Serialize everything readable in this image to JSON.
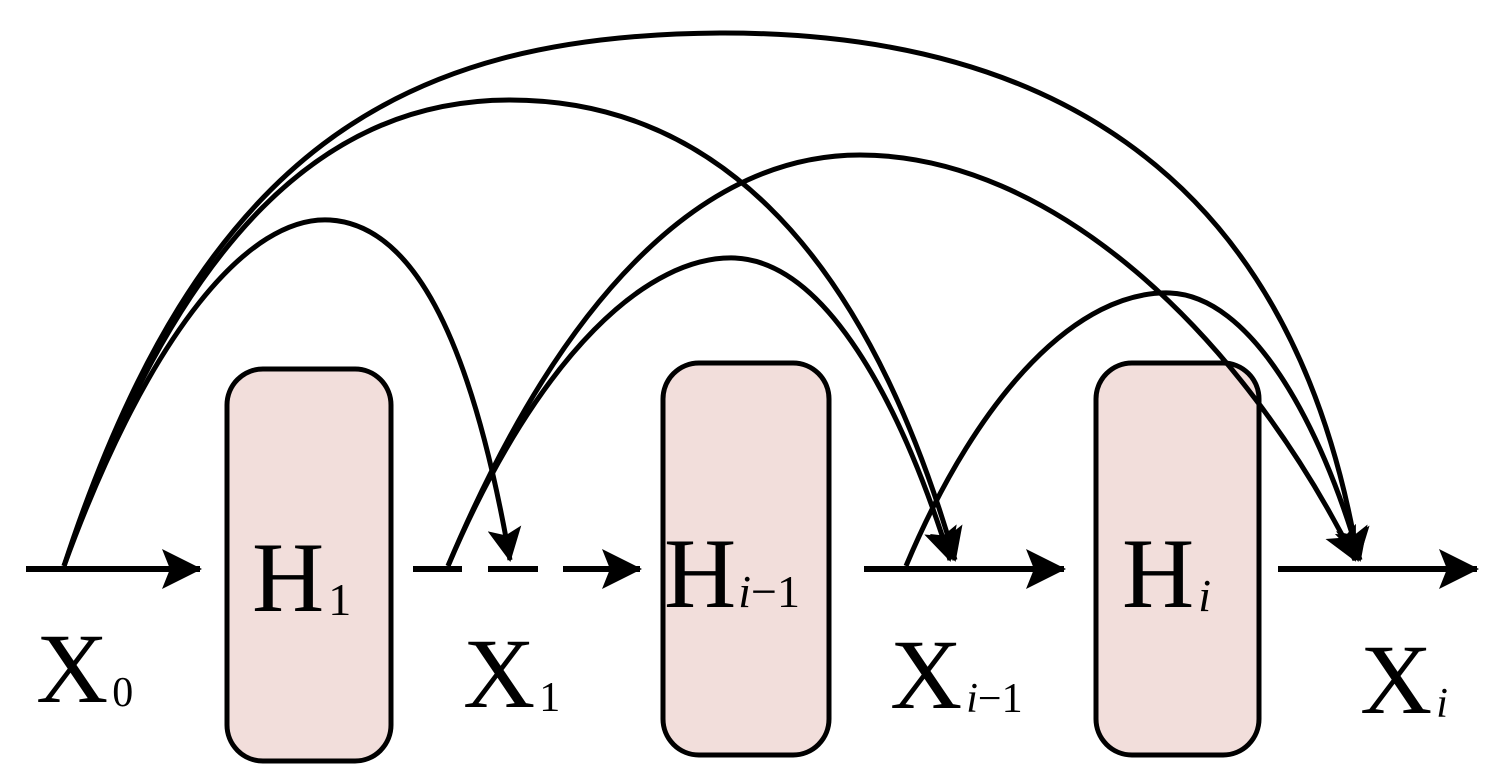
{
  "colors": {
    "block_fill": "#f2dedb",
    "stroke": "#000000",
    "background": "#ffffff"
  },
  "blocks": [
    {
      "label": "H",
      "subscript": "1"
    },
    {
      "label": "H",
      "subscript": "i",
      "subscript_suffix": "−1"
    },
    {
      "label": "H",
      "subscript": "i"
    }
  ],
  "nodes": [
    {
      "label": "X",
      "subscript": "0"
    },
    {
      "label": "X",
      "subscript": "1"
    },
    {
      "label": "X",
      "subscript": "i",
      "subscript_suffix": "−1"
    },
    {
      "label": "X",
      "subscript": "i"
    }
  ]
}
